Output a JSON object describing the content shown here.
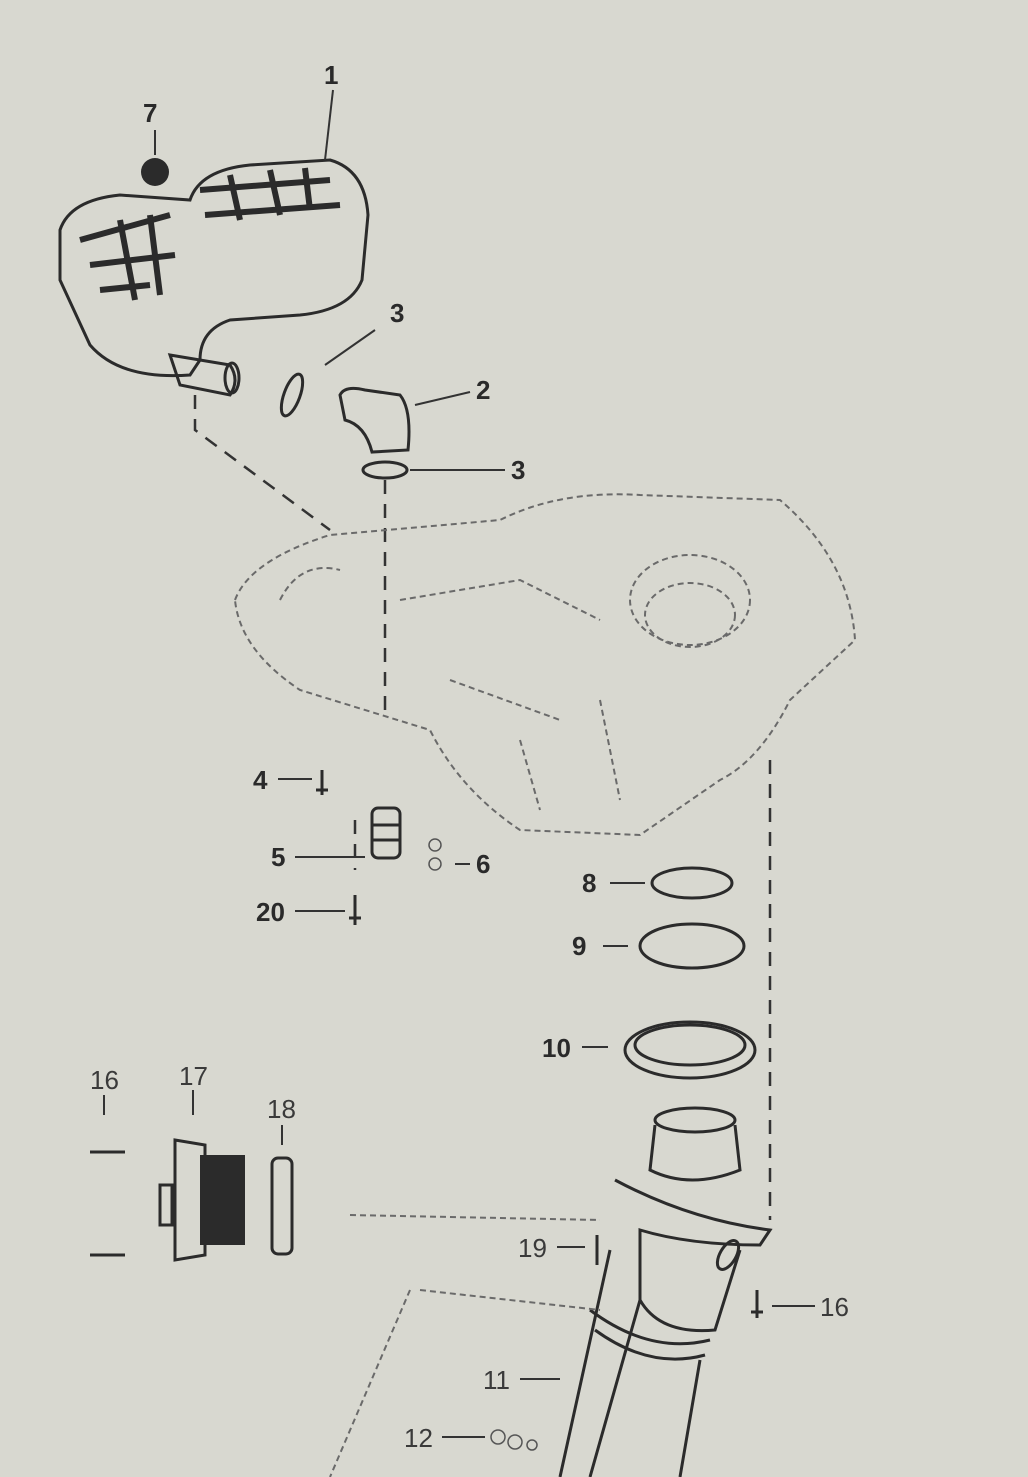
{
  "diagram": {
    "background": "#d8d8d0",
    "callouts": {
      "c7": "7",
      "c1": "1",
      "c3a": "3",
      "c2": "2",
      "c3b": "3",
      "c4": "4",
      "c5": "5",
      "c6": "6",
      "c20": "20",
      "c8": "8",
      "c9": "9",
      "c10": "10",
      "c16a": "16",
      "c17": "17",
      "c18": "18",
      "c19": "19",
      "c16b": "16",
      "c11": "11",
      "c12": "12"
    }
  }
}
